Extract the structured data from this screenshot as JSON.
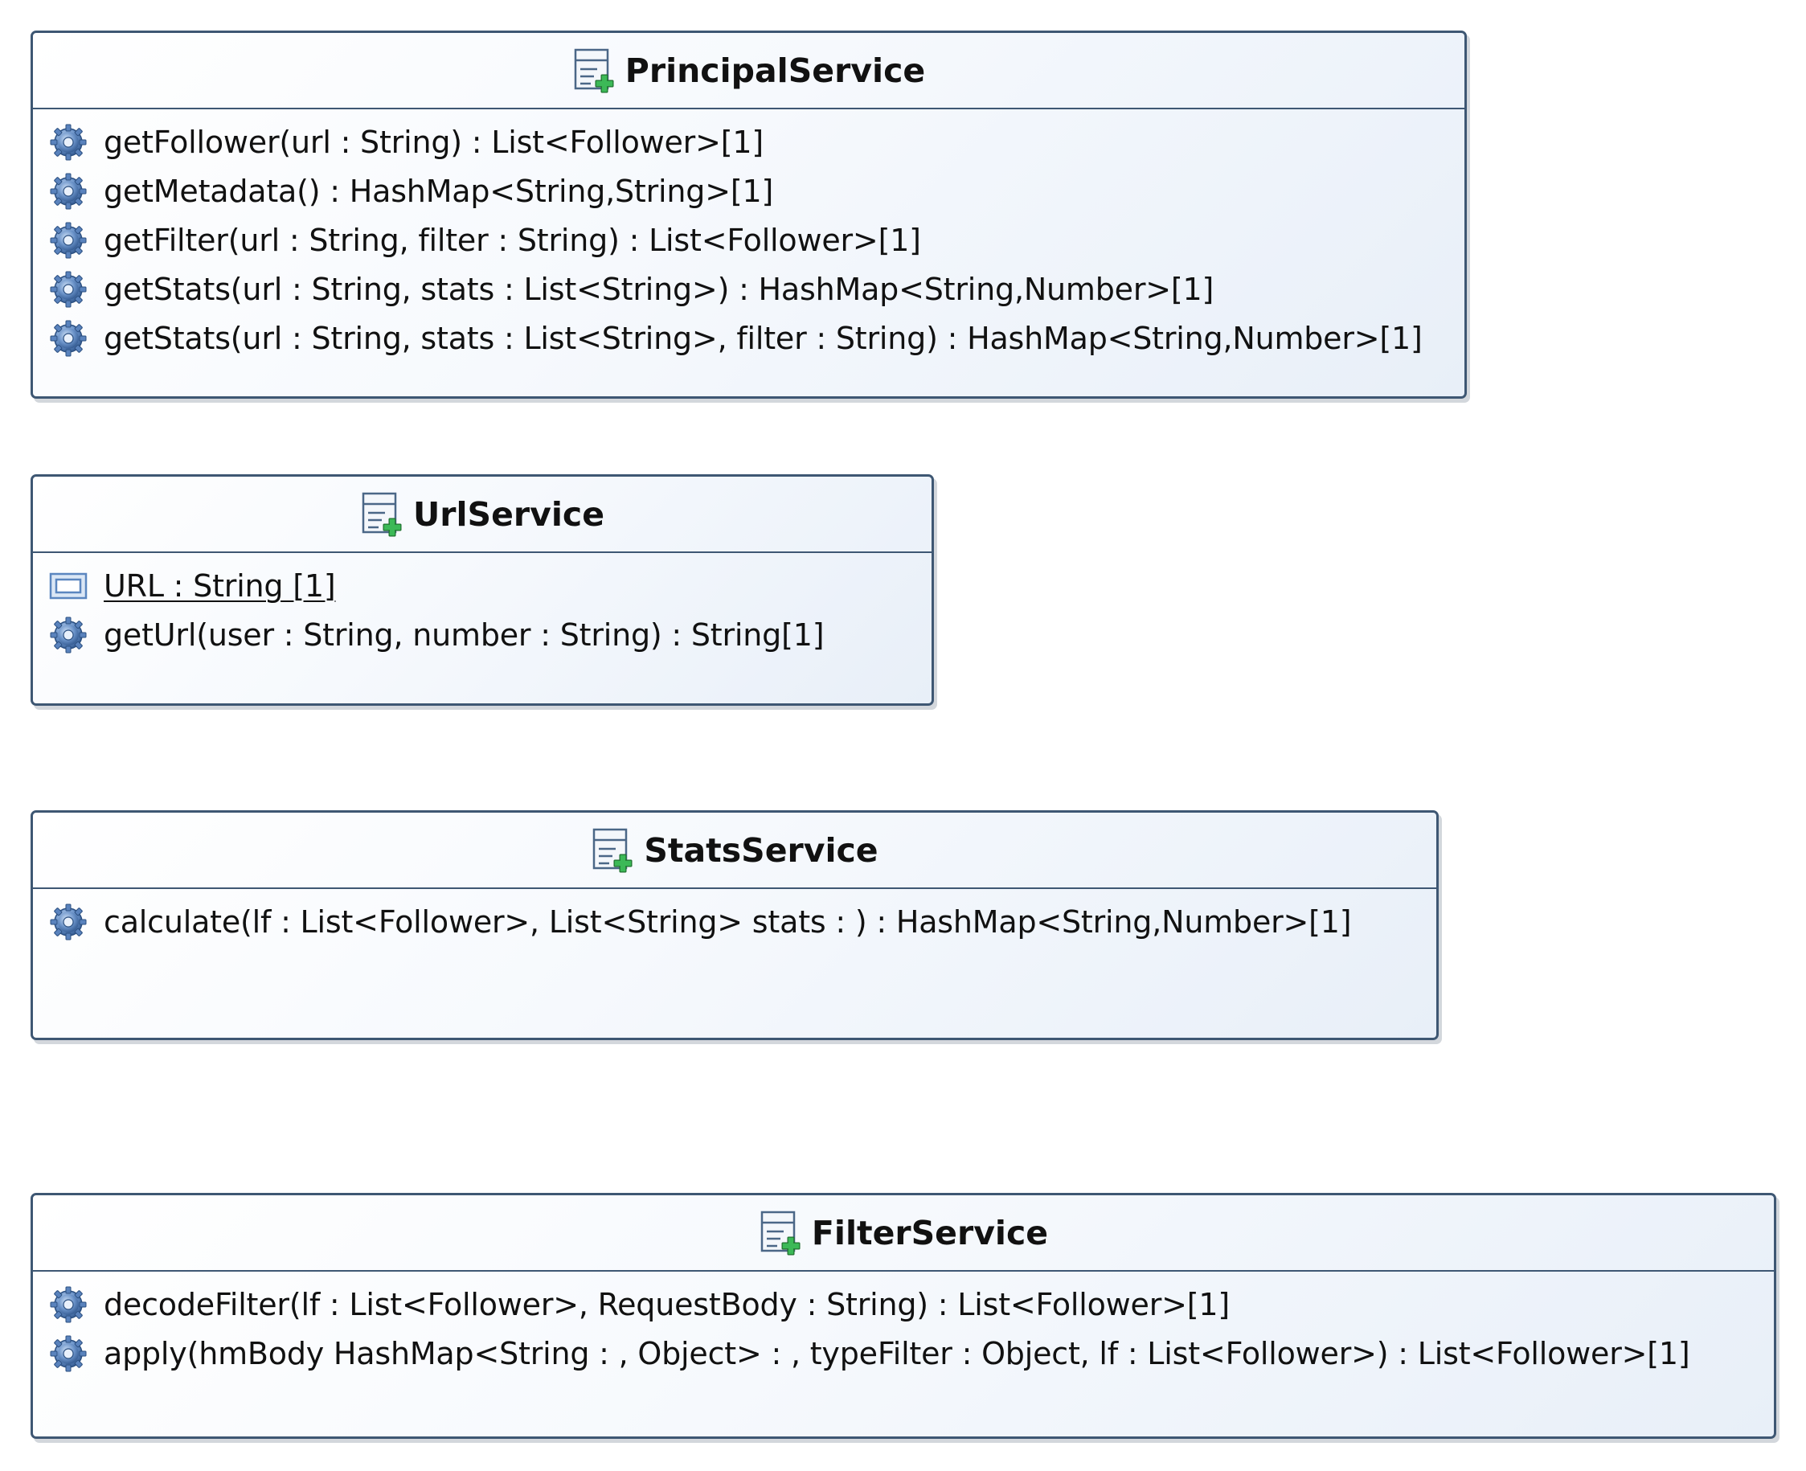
{
  "diagram": {
    "classes": [
      {
        "name": "PrincipalService",
        "icon": "class-icon",
        "attributes": [],
        "operations": [
          "getFollower(url : String) : List<Follower>[1]",
          "getMetadata() : HashMap<String,String>[1]",
          "getFilter(url : String, filter : String) : List<Follower>[1]",
          "getStats(url : String, stats : List<String>) : HashMap<String,Number>[1]",
          "getStats(url : String, stats : List<String>, filter : String) : HashMap<String,Number>[1]"
        ]
      },
      {
        "name": "UrlService",
        "icon": "class-icon",
        "attributes": [
          "URL : String [1]"
        ],
        "operations": [
          "getUrl(user : String, number : String) : String[1]"
        ]
      },
      {
        "name": "StatsService",
        "icon": "class-icon",
        "attributes": [],
        "operations": [
          "calculate(lf : List<Follower>, List<String> stats : ) : HashMap<String,Number>[1]"
        ]
      },
      {
        "name": "FilterService",
        "icon": "class-icon",
        "attributes": [],
        "operations": [
          "decodeFilter(lf : List<Follower>, RequestBody : String) : List<Follower>[1]",
          "apply(hmBody HashMap<String : , Object> : , typeFilter : Object, lf : List<Follower>) : List<Follower>[1]"
        ]
      }
    ],
    "colors": {
      "border": "#3e5773",
      "operation_icon": "#4b79b8",
      "attribute_icon": "#5b86bf",
      "class_icon_plus": "#2f9e44"
    }
  }
}
